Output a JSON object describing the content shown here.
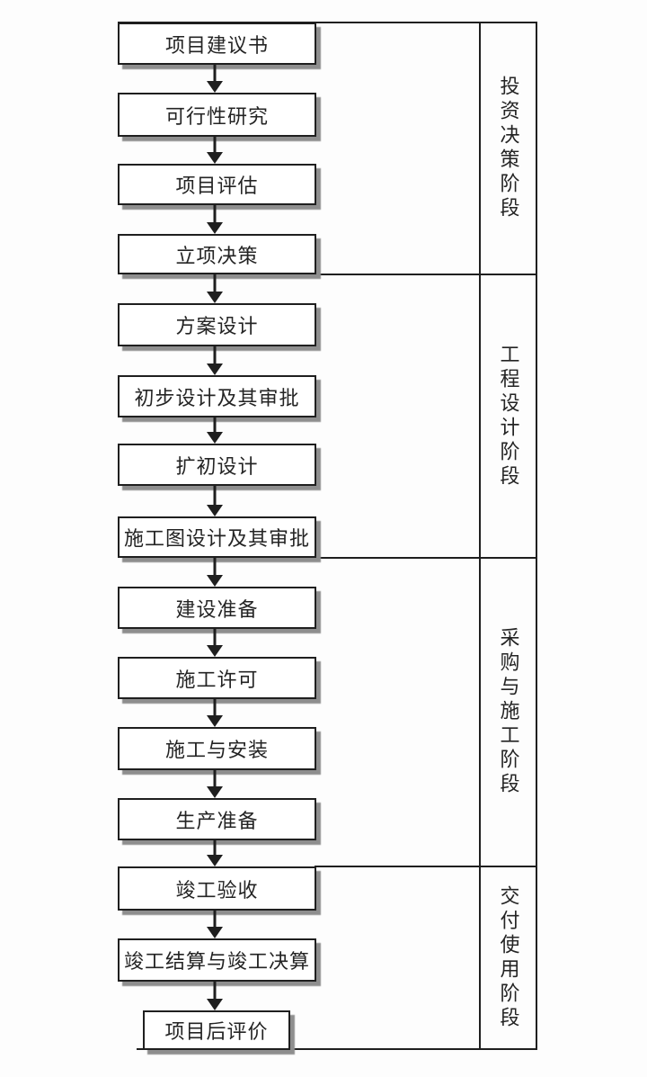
{
  "flowchart": {
    "steps": [
      {
        "label": "项目建议书"
      },
      {
        "label": "可行性研究"
      },
      {
        "label": "项目评估"
      },
      {
        "label": "立项决策"
      },
      {
        "label": "方案设计"
      },
      {
        "label": "初步设计及其审批"
      },
      {
        "label": "扩初设计"
      },
      {
        "label": "施工图设计及其审批"
      },
      {
        "label": "建设准备"
      },
      {
        "label": "施工许可"
      },
      {
        "label": "施工与安装"
      },
      {
        "label": "生产准备"
      },
      {
        "label": "竣工验收"
      },
      {
        "label": "竣工结算与竣工决算"
      },
      {
        "label": "项目后评价"
      }
    ],
    "phases": [
      {
        "label": "投资决策阶段",
        "step_span": [
          1,
          4
        ]
      },
      {
        "label": "工程设计阶段",
        "step_span": [
          5,
          8
        ]
      },
      {
        "label": "采购与施工阶段",
        "step_span": [
          9,
          12
        ]
      },
      {
        "label": "交付使用阶段",
        "step_span": [
          13,
          15
        ]
      }
    ],
    "colors": {
      "line": "#1f1f1f",
      "text": "#242424",
      "shadow": "#8e8e8e",
      "box_fill": "#ffffff",
      "background": "#fdfdfd"
    }
  }
}
